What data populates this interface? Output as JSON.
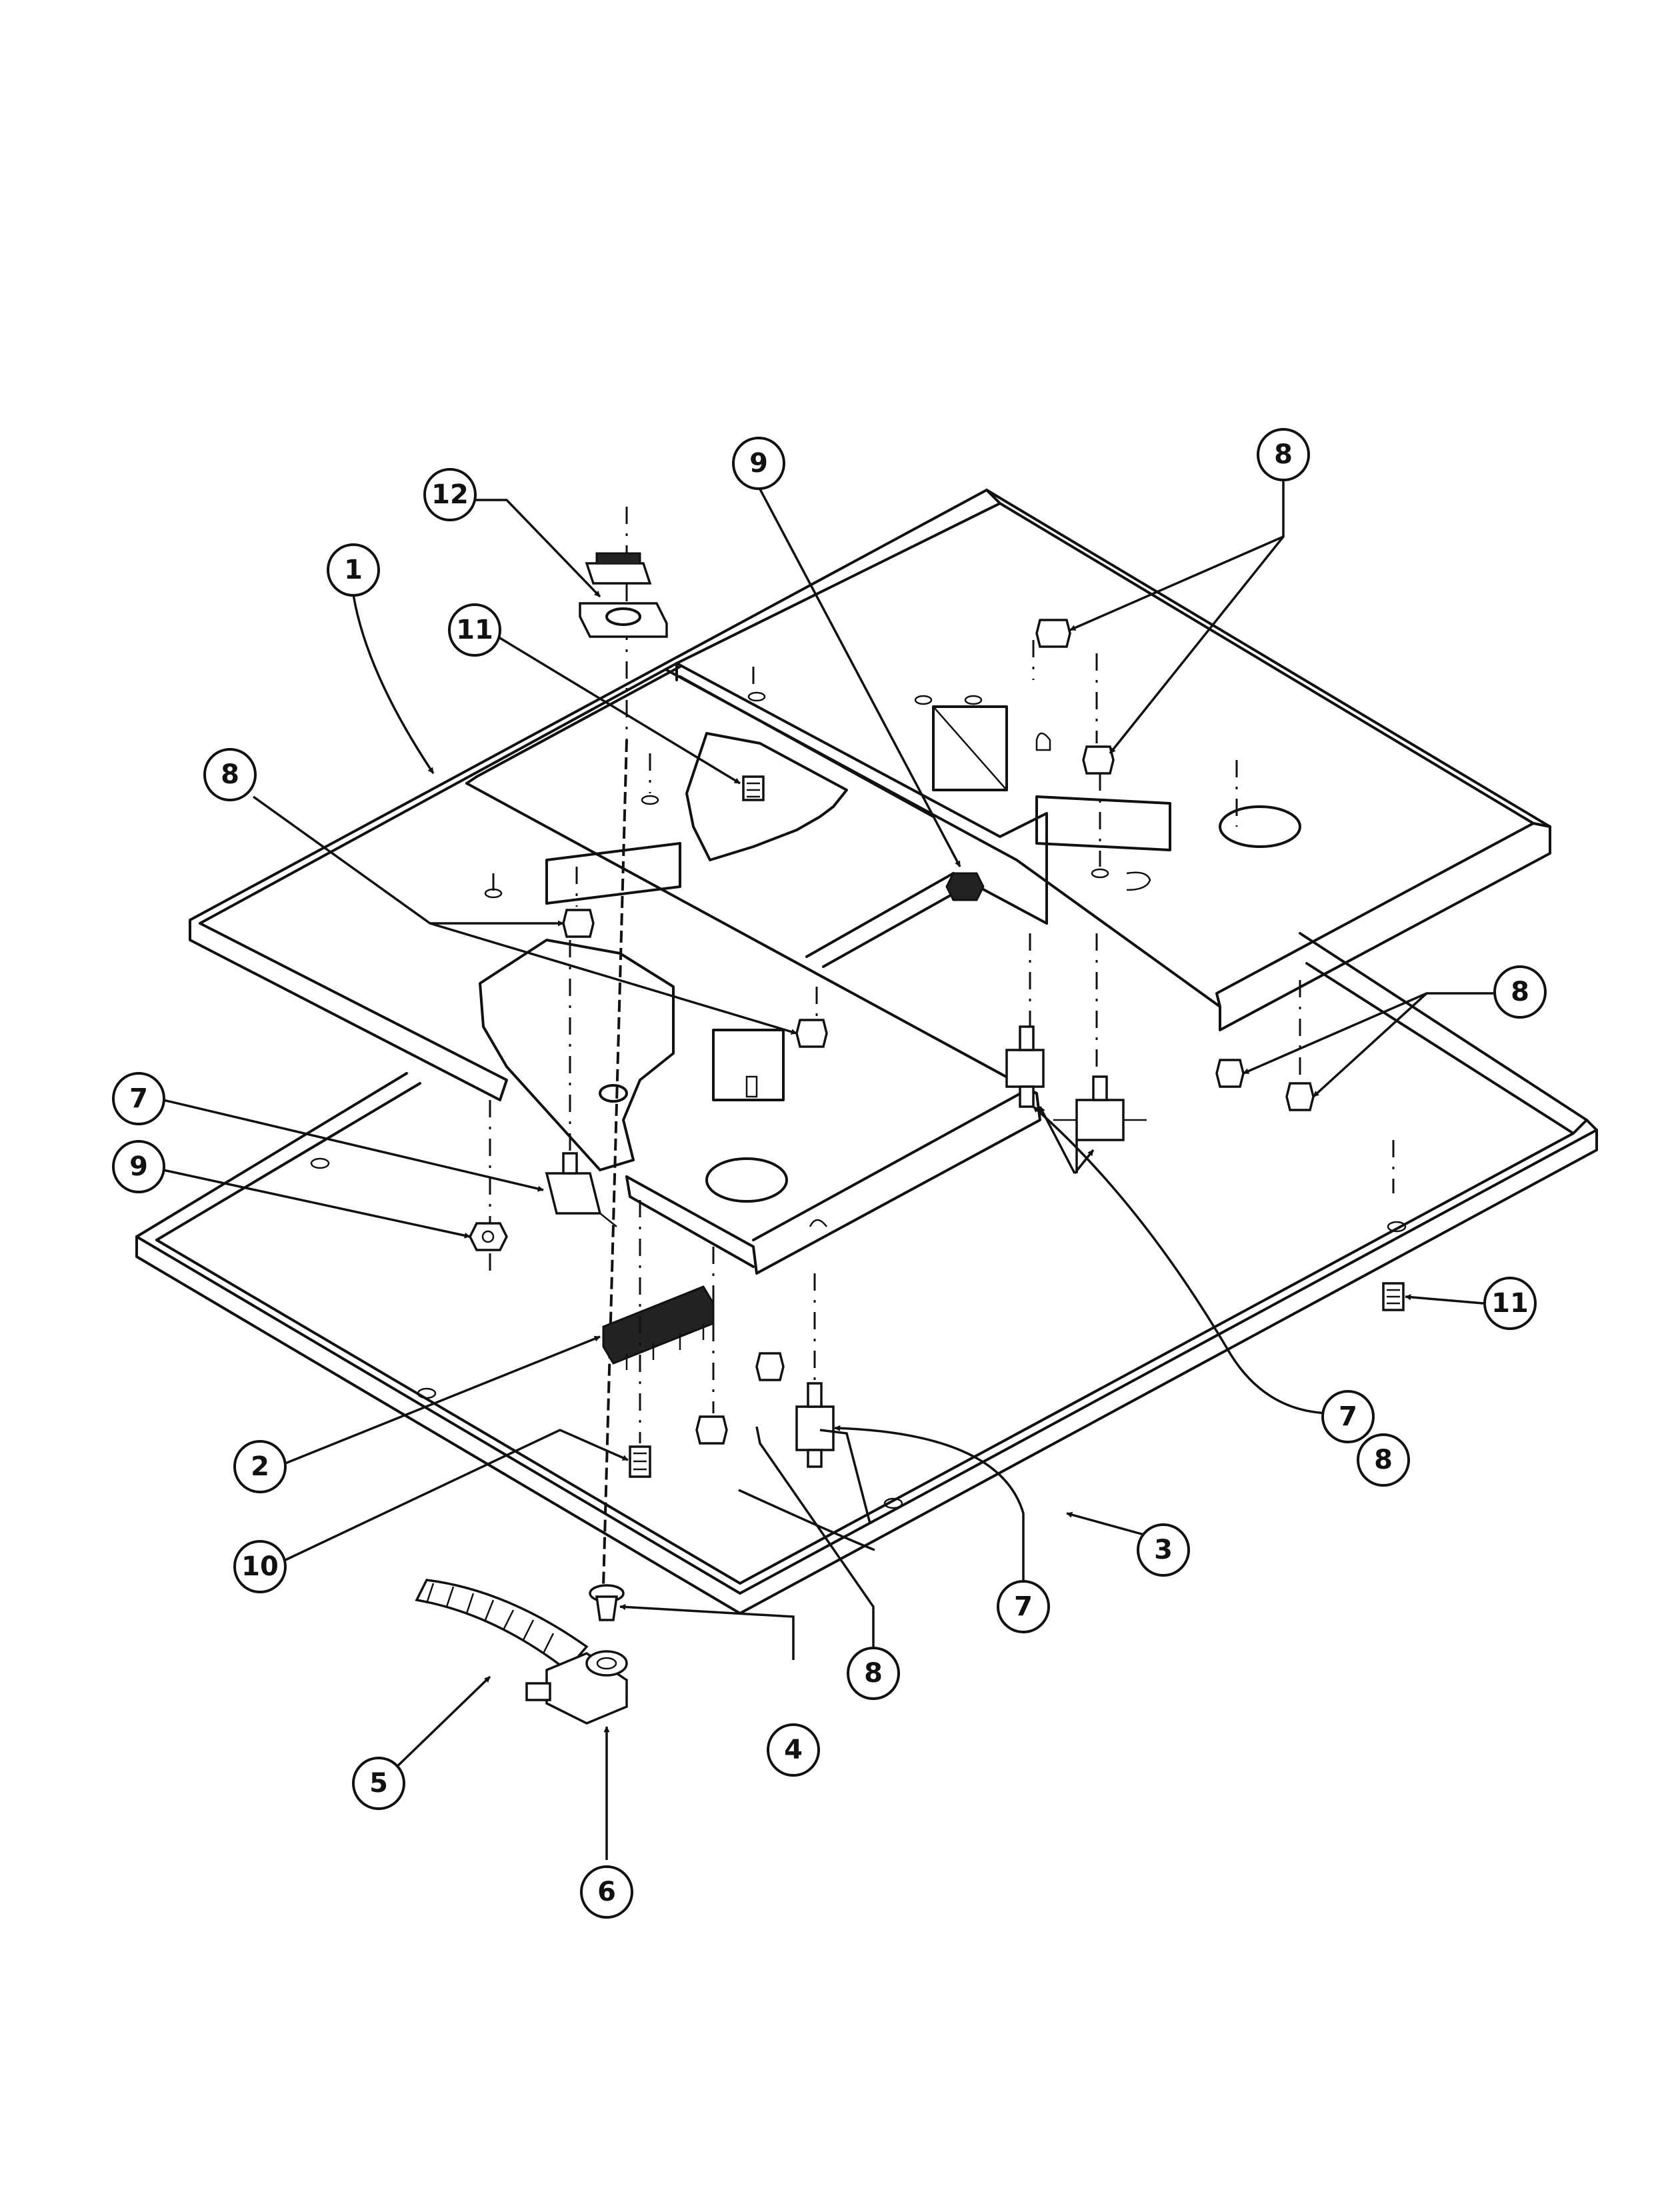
{
  "diagram": {
    "callouts": [
      {
        "number": "12"
      },
      {
        "number": "1"
      },
      {
        "number": "11"
      },
      {
        "number": "9"
      },
      {
        "number": "8"
      },
      {
        "number": "8"
      },
      {
        "number": "8"
      },
      {
        "number": "7"
      },
      {
        "number": "9"
      },
      {
        "number": "11"
      },
      {
        "number": "2"
      },
      {
        "number": "10"
      },
      {
        "number": "7"
      },
      {
        "number": "8"
      },
      {
        "number": "3"
      },
      {
        "number": "7"
      },
      {
        "number": "8"
      },
      {
        "number": "4"
      },
      {
        "number": "5"
      },
      {
        "number": "6"
      }
    ]
  }
}
